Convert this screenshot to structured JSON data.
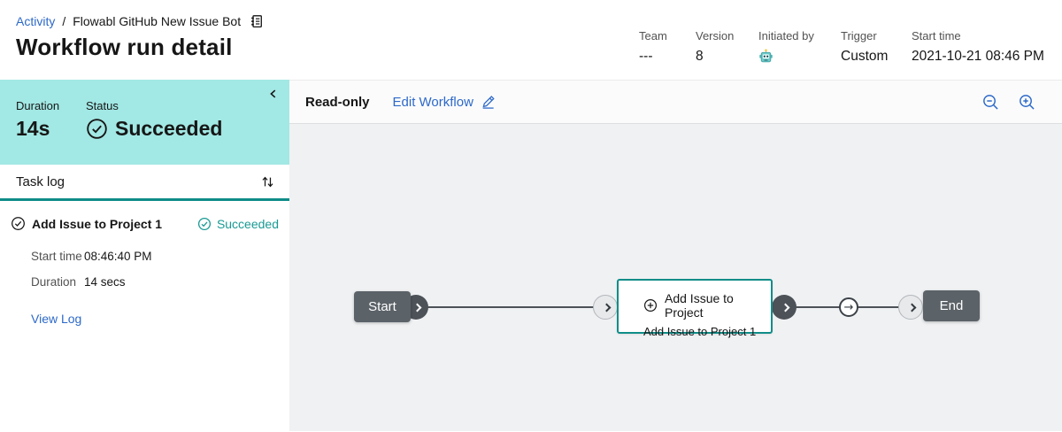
{
  "header": {
    "breadcrumb": {
      "activity": "Activity",
      "separator": "/",
      "current": "Flowabl GitHub New Issue Bot"
    },
    "title": "Workflow run detail",
    "meta": [
      {
        "label": "Team",
        "value": "---"
      },
      {
        "label": "Version",
        "value": "8"
      },
      {
        "label": "Initiated by",
        "value": "",
        "icon": "robot-icon"
      },
      {
        "label": "Trigger",
        "value": "Custom"
      },
      {
        "label": "Start time",
        "value": "2021-10-21 08:46 PM"
      }
    ]
  },
  "sidebar": {
    "summary": {
      "duration_label": "Duration",
      "duration_value": "14s",
      "status_label": "Status",
      "status_value": "Succeeded"
    },
    "task_log": {
      "title": "Task log"
    },
    "task": {
      "name": "Add Issue to Project 1",
      "status": "Succeeded",
      "start_time_label": "Start time",
      "start_time_value": "08:46:40 PM",
      "duration_label": "Duration",
      "duration_value": "14 secs",
      "view_log_label": "View Log"
    }
  },
  "canvas": {
    "toolbar": {
      "readonly_label": "Read-only",
      "edit_label": "Edit Workflow"
    },
    "diagram": {
      "start_label": "Start",
      "end_label": "End",
      "task_title": "Add Issue to Project",
      "task_subtitle": "Add Issue to Project 1",
      "connector_arrow": "→"
    }
  },
  "icons": {
    "breadcrumb": "catalog-icon",
    "collapse": "chevron-left-icon",
    "status": "check-circle-icon",
    "sort": "sort-arrows-icon",
    "task_status": "check-circle-icon",
    "edit": "pencil-icon",
    "zoom_out": "zoom-out-icon",
    "zoom_in": "zoom-in-icon",
    "initiated_by": "robot-icon",
    "task_node": "add-circle-icon"
  },
  "colors": {
    "panel_teal": "#a2e8e4",
    "accent_teal": "#0f8d88",
    "status_teal": "#199a94",
    "link_blue": "#2d69c8",
    "text_dark": "#161616",
    "text_secondary": "#525252",
    "node_gray": "#5b6268",
    "connector_gray": "#4c5258",
    "canvas_bg": "#f0f1f3"
  }
}
